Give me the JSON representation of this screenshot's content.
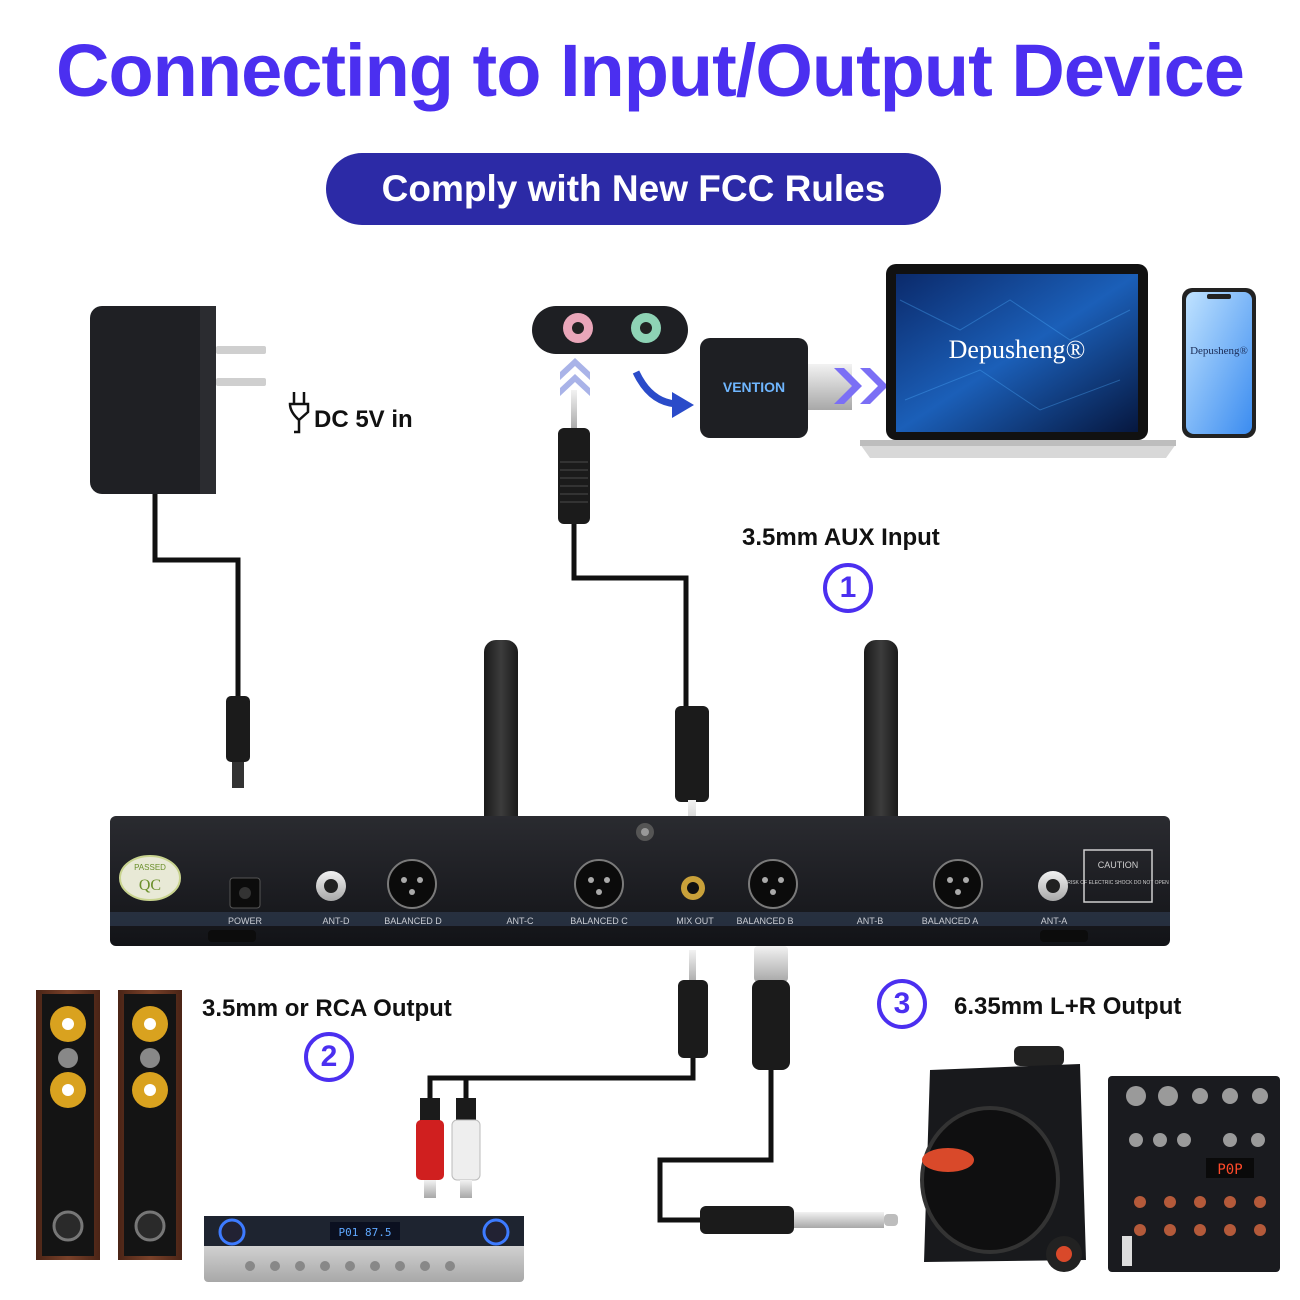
{
  "header": {
    "title": "Connecting to Input/Output Device",
    "badge": "Comply with New FCC Rules"
  },
  "power": {
    "label": "DC 5V in"
  },
  "connections": [
    {
      "number": "1",
      "label": "3.5mm AUX Input"
    },
    {
      "number": "2",
      "label": "3.5mm or RCA Output"
    },
    {
      "number": "3",
      "label": "6.35mm L+R Output"
    }
  ],
  "devices": {
    "usb_adapter_brand": "VENTION",
    "laptop_brand": "Depusheng®",
    "phone_brand": "Depusheng®",
    "amp_display": "P01 87.5"
  },
  "receiver_panel": {
    "qc_badge": "QC",
    "qc_badge_top": "PASSED",
    "caution_title": "CAUTION",
    "caution_text": "RISK OF ELECTRIC SHOCK DO NOT OPEN",
    "ports": [
      "POWER",
      "ANT-D",
      "BALANCED D",
      "ANT-C",
      "BALANCED C",
      "MIX OUT",
      "BALANCED B",
      "ANT-B",
      "BALANCED A",
      "ANT-A"
    ]
  },
  "mixer": {
    "display": "P0P"
  },
  "colors": {
    "accent_purple": "#4b2ff0",
    "badge_navy": "#2c2aa6",
    "receiver_body": "#1c1d21",
    "speaker_wood": "#6e3a26",
    "speaker_cone": "#d9a21f"
  }
}
